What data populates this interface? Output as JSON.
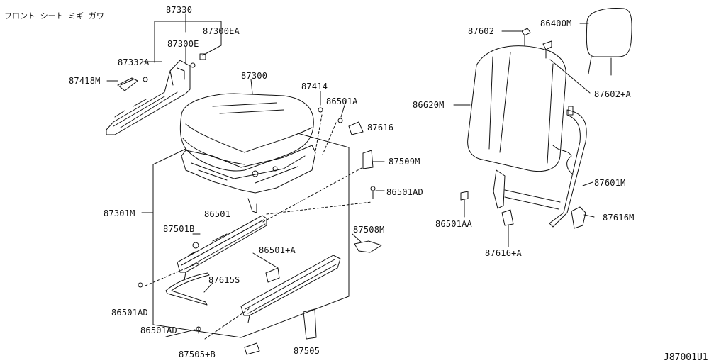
{
  "header": {
    "title": "フロント シート ミギ ガワ",
    "diagram_code": "J87001U1"
  },
  "parts": {
    "p87330": "87330",
    "p87300EA": "87300EA",
    "p87300E": "87300E",
    "p87332A": "87332A",
    "p87418M": "87418M",
    "p87300": "87300",
    "p87414": "87414",
    "p86501A": "86501A",
    "p87616": "87616",
    "p87509M": "87509M",
    "p86501AD_r": "86501AD",
    "p87301M": "87301M",
    "p86501": "86501",
    "p87501B": "87501B",
    "p87508M": "87508M",
    "p86501pA": "86501+A",
    "p87615S": "87615S",
    "p86501AD_l": "86501AD",
    "p86501AD_b": "86501AD",
    "p87505pB": "87505+B",
    "p87505": "87505",
    "p87602": "87602",
    "p86400M": "86400M",
    "p87602pA": "87602+A",
    "p86620M": "86620M",
    "p87601M": "87601M",
    "p86501AA": "86501AA",
    "p87616M": "87616M",
    "p87616pA": "87616+A"
  }
}
